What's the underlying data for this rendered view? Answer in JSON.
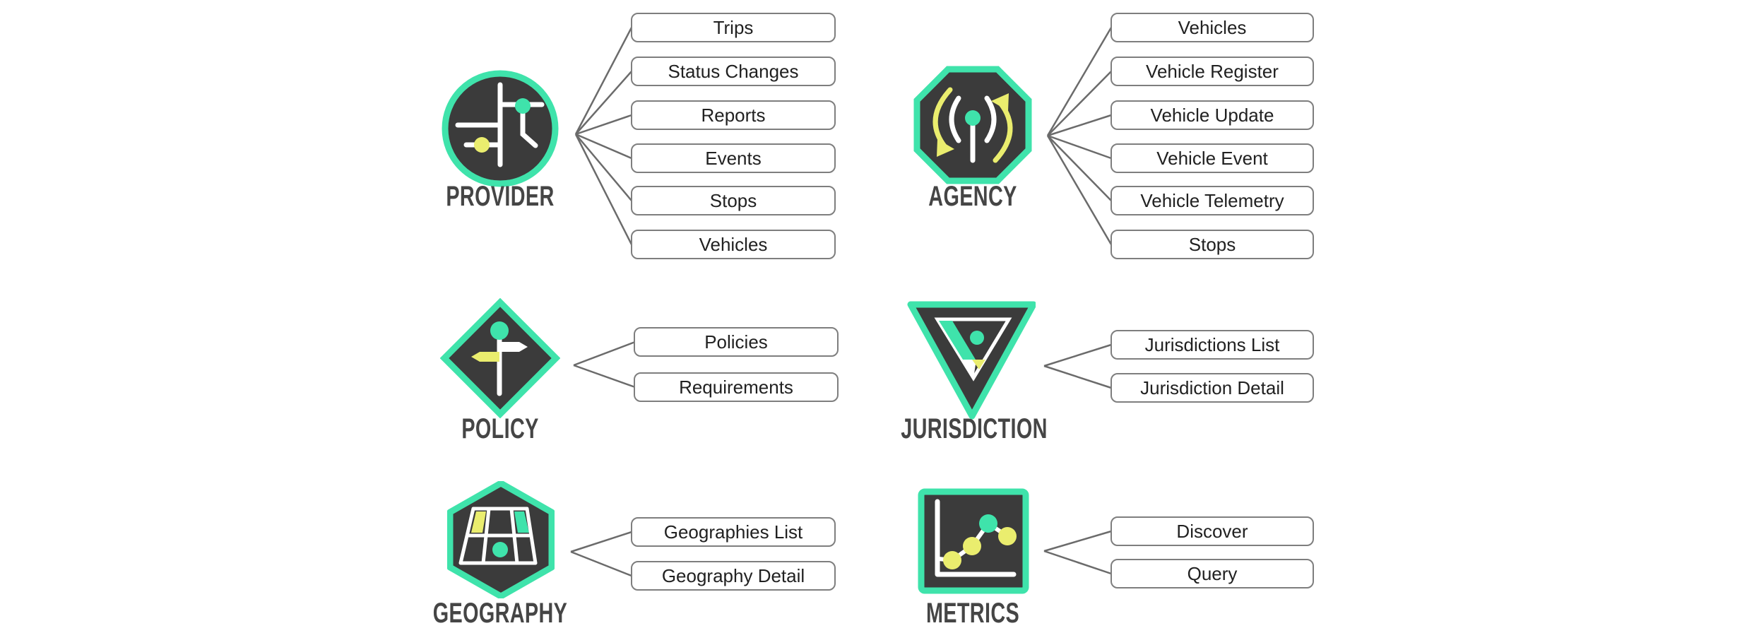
{
  "colors": {
    "teal": "#3FE3AB",
    "yellow": "#EAED6E",
    "icon_dark": "#3B3B3B",
    "connector_gray": "#6B6B6B",
    "box_border_gray": "#7E7E7E",
    "heading_text": "#454545",
    "box_text": "#212121"
  },
  "groups": [
    {
      "id": "provider",
      "label": "PROVIDER",
      "icon": "road-intersection-map-icon",
      "endpoints": [
        "Trips",
        "Status Changes",
        "Reports",
        "Events",
        "Stops",
        "Vehicles"
      ]
    },
    {
      "id": "agency",
      "label": "AGENCY",
      "icon": "antenna-signal-sync-icon",
      "endpoints": [
        "Vehicles",
        "Vehicle Register",
        "Vehicle Update",
        "Vehicle Event",
        "Vehicle Telemetry",
        "Stops"
      ]
    },
    {
      "id": "policy",
      "label": "POLICY",
      "icon": "signpost-diamond-icon",
      "endpoints": [
        "Policies",
        "Requirements"
      ]
    },
    {
      "id": "jurisdiction",
      "label": "JURISDICTION",
      "icon": "inverted-triangle-icon",
      "endpoints": [
        "Jurisdictions List",
        "Jurisdiction Detail"
      ]
    },
    {
      "id": "geography",
      "label": "GEOGRAPHY",
      "icon": "map-grid-hexagon-icon",
      "endpoints": [
        "Geographies List",
        "Geography Detail"
      ]
    },
    {
      "id": "metrics",
      "label": "METRICS",
      "icon": "line-chart-icon",
      "endpoints": [
        "Discover",
        "Query"
      ]
    }
  ]
}
